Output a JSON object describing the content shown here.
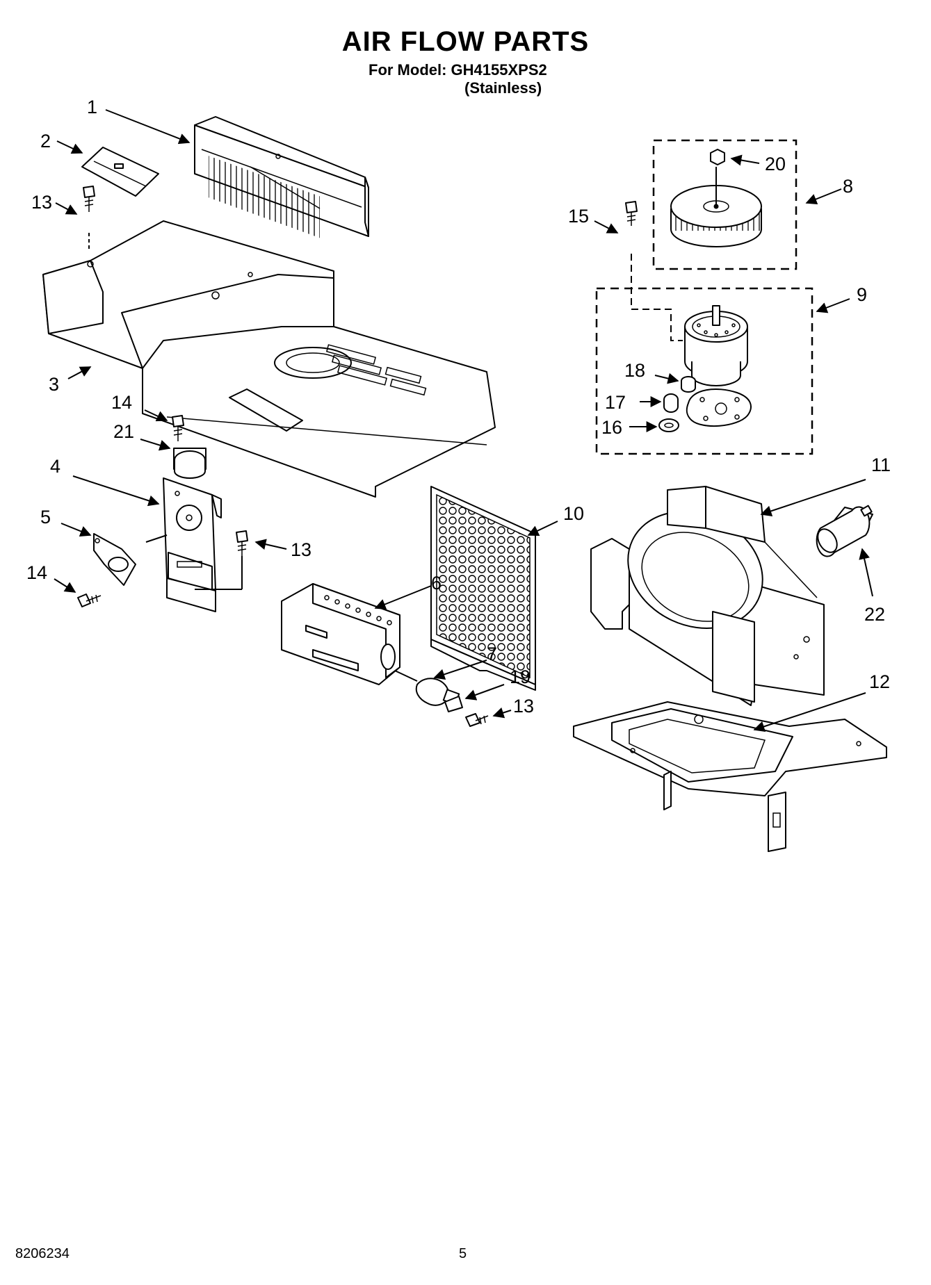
{
  "header": {
    "title": "AIR FLOW PARTS",
    "model_line": "For Model: GH4155XPS2",
    "variant_line": "(Stainless)"
  },
  "footer": {
    "doc_number": "8206234",
    "page_number": "5"
  },
  "callouts": [
    "1",
    "2",
    "13",
    "3",
    "14",
    "21",
    "4",
    "5",
    "13",
    "14",
    "6",
    "7",
    "19",
    "13",
    "10",
    "15",
    "20",
    "8",
    "9",
    "18",
    "17",
    "16",
    "11",
    "22",
    "12"
  ]
}
